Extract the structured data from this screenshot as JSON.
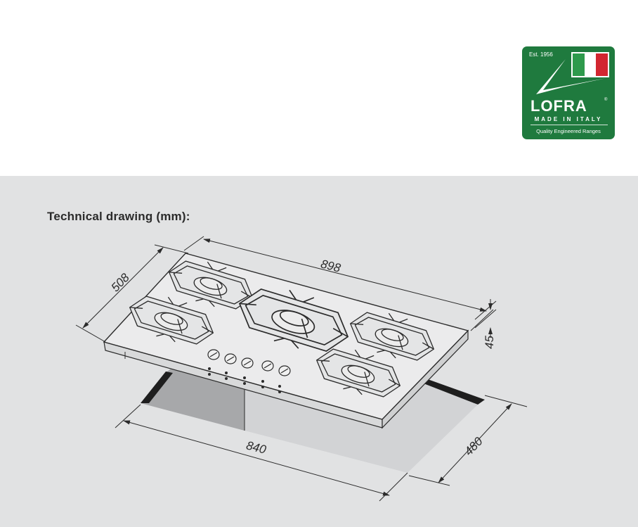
{
  "logo": {
    "established": "Est. 1956",
    "brand": "LOFRA",
    "registered": "®",
    "made_in": "MADE IN ITALY",
    "tagline": "Quality Engineered Ranges",
    "colors": {
      "background": "#1f7a3e",
      "flag_green": "#2e9a4c",
      "flag_white": "#ffffff",
      "flag_red": "#d22630"
    }
  },
  "section": {
    "title": "Technical drawing (mm):"
  },
  "drawing": {
    "subject": "5-burner gas hob, isometric view with cut-out",
    "burners": 5,
    "knobs": 5,
    "dimensions": {
      "width": "898",
      "depth": "508",
      "height": "45",
      "cutout_width": "840",
      "cutout_depth": "480"
    }
  },
  "colors": {
    "page_top": "#ffffff",
    "page_bottom": "#e1e2e3",
    "line": "#2b2b2b",
    "cutout_dark": "#a7a8aa",
    "cutout_light": "#d2d3d5"
  }
}
